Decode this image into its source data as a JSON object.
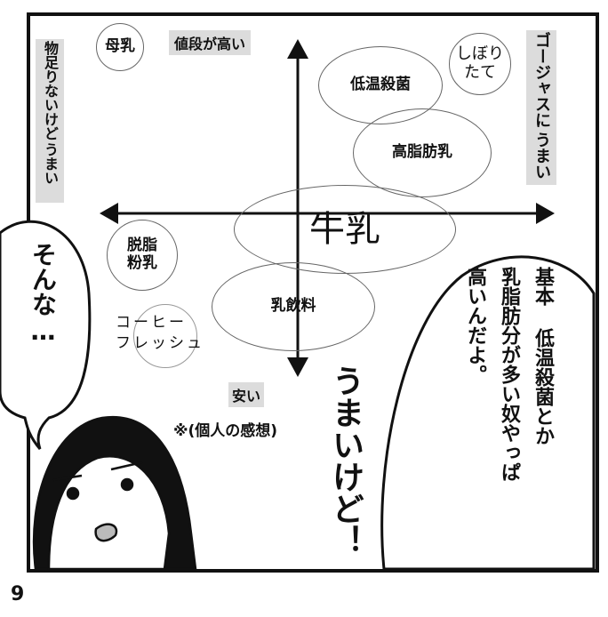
{
  "chart": {
    "axis_top": "値段が高い",
    "axis_bottom": "安い",
    "axis_left": "物足りないけど うまい",
    "axis_left_lines": [
      "物足りないけど",
      "うまい"
    ],
    "axis_right_lines": [
      "ゴージャスに",
      "うまい"
    ],
    "items": {
      "bonyu": "母乳",
      "teion": "低温殺菌",
      "shibori_lines": [
        "しぼり",
        "たて"
      ],
      "koshibo": "高脂肪乳",
      "gyunyu": "牛乳",
      "dasshi_lines": [
        "脱脂",
        "粉乳"
      ],
      "nyuinryo": "乳飲料",
      "coffee_lines": [
        "コーヒー",
        "フレッシュ"
      ]
    },
    "note": "※(個人の感想)"
  },
  "bubbles": {
    "left": "そんな…",
    "right_lines": [
      "基本 低温殺菌とか",
      "乳脂肪分が多い奴やっぱ",
      "高いんだよ。"
    ],
    "shout": "うまいけど！"
  },
  "page_number": "9"
}
